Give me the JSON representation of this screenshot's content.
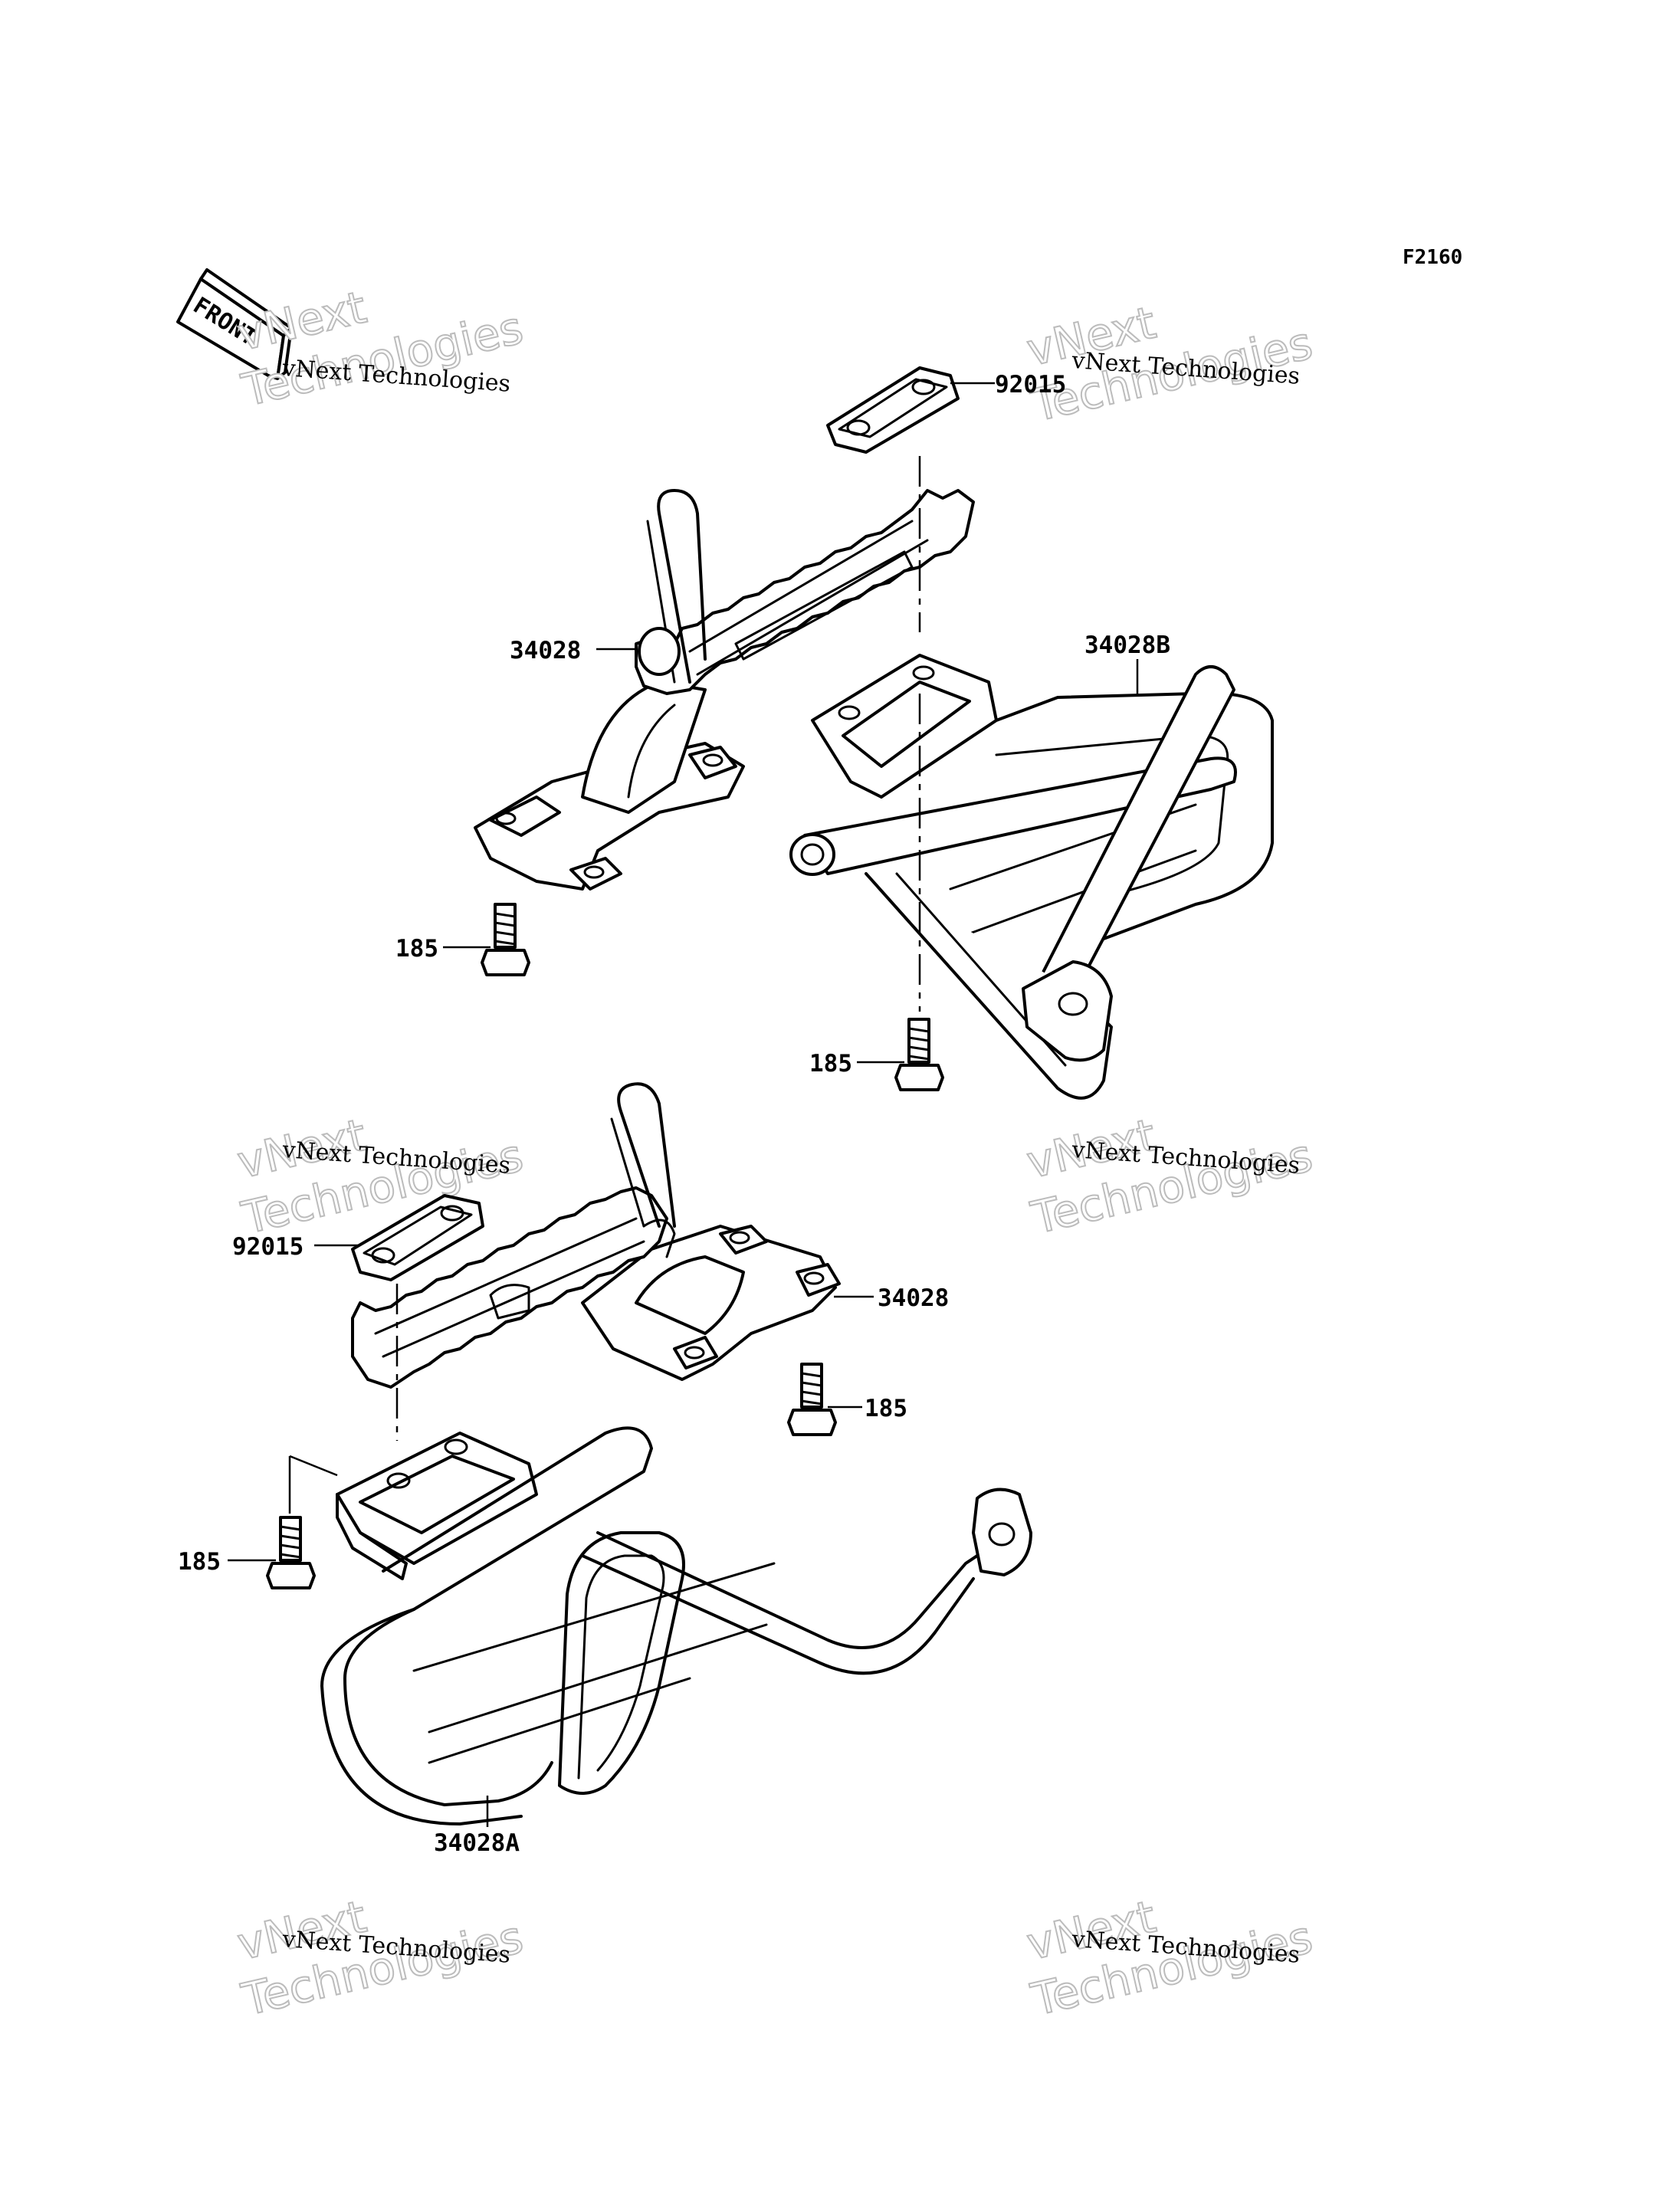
{
  "diagram": {
    "code": "F2160",
    "front_label": "FRONT",
    "watermark": {
      "line1": "vNext Technologies",
      "line2": "Technologies",
      "line3": "vNext"
    },
    "callouts": [
      {
        "id": "c1",
        "label": "92015"
      },
      {
        "id": "c2",
        "label": "34028"
      },
      {
        "id": "c3",
        "label": "34028B"
      },
      {
        "id": "c4",
        "label": "185"
      },
      {
        "id": "c5",
        "label": "185"
      },
      {
        "id": "c6",
        "label": "92015"
      },
      {
        "id": "c7",
        "label": "34028"
      },
      {
        "id": "c8",
        "label": "185"
      },
      {
        "id": "c9",
        "label": "185"
      },
      {
        "id": "c10",
        "label": "34028A"
      }
    ]
  }
}
